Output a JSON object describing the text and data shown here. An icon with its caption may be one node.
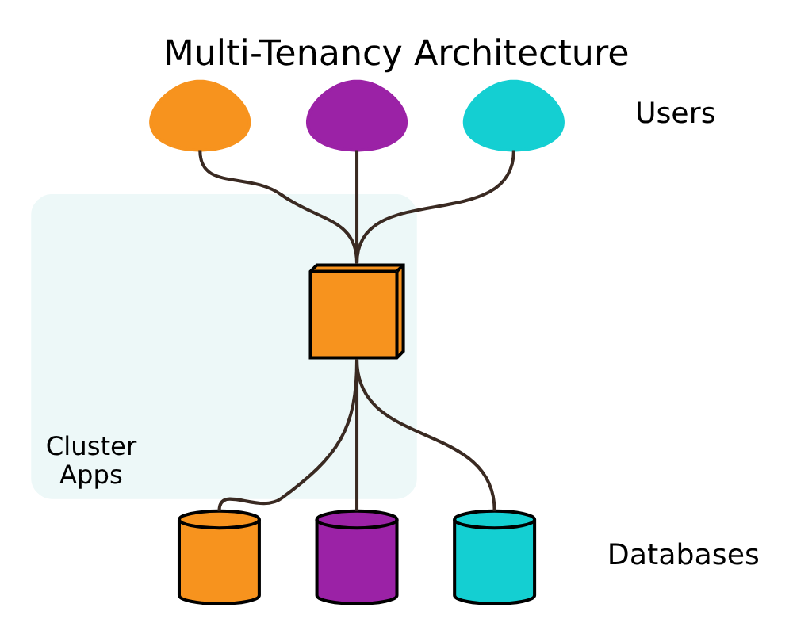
{
  "diagram": {
    "title": "Multi-Tenancy Architecture",
    "nodes": [
      {
        "text": [],
        "shape": "person"
      },
      {
        "text": [],
        "shape": "person"
      },
      {
        "text": [],
        "shape": "person"
      },
      {
        "text": [
          "Cluster",
          "Apps"
        ]
      },
      {
        "text": [],
        "shape": "cube",
        "in": 3
      },
      {
        "text": [],
        "shape": "cylinder"
      },
      {
        "text": [],
        "shape": "cylinder"
      },
      {
        "text": [],
        "shape": "cylinder"
      }
    ],
    "edges": [
      {
        "from": 0,
        "to": 4,
        "arrow": "none"
      },
      {
        "from": 1,
        "to": 4,
        "arrow": "none"
      },
      {
        "from": 2,
        "to": 4,
        "arrow": "none"
      },
      {
        "from": 4,
        "to": 5,
        "arrow": "none"
      },
      {
        "from": 4,
        "to": 6,
        "arrow": "none"
      },
      {
        "from": 4,
        "to": 7,
        "arrow": "none"
      }
    ],
    "labels": [
      "Users",
      "Databases"
    ]
  }
}
